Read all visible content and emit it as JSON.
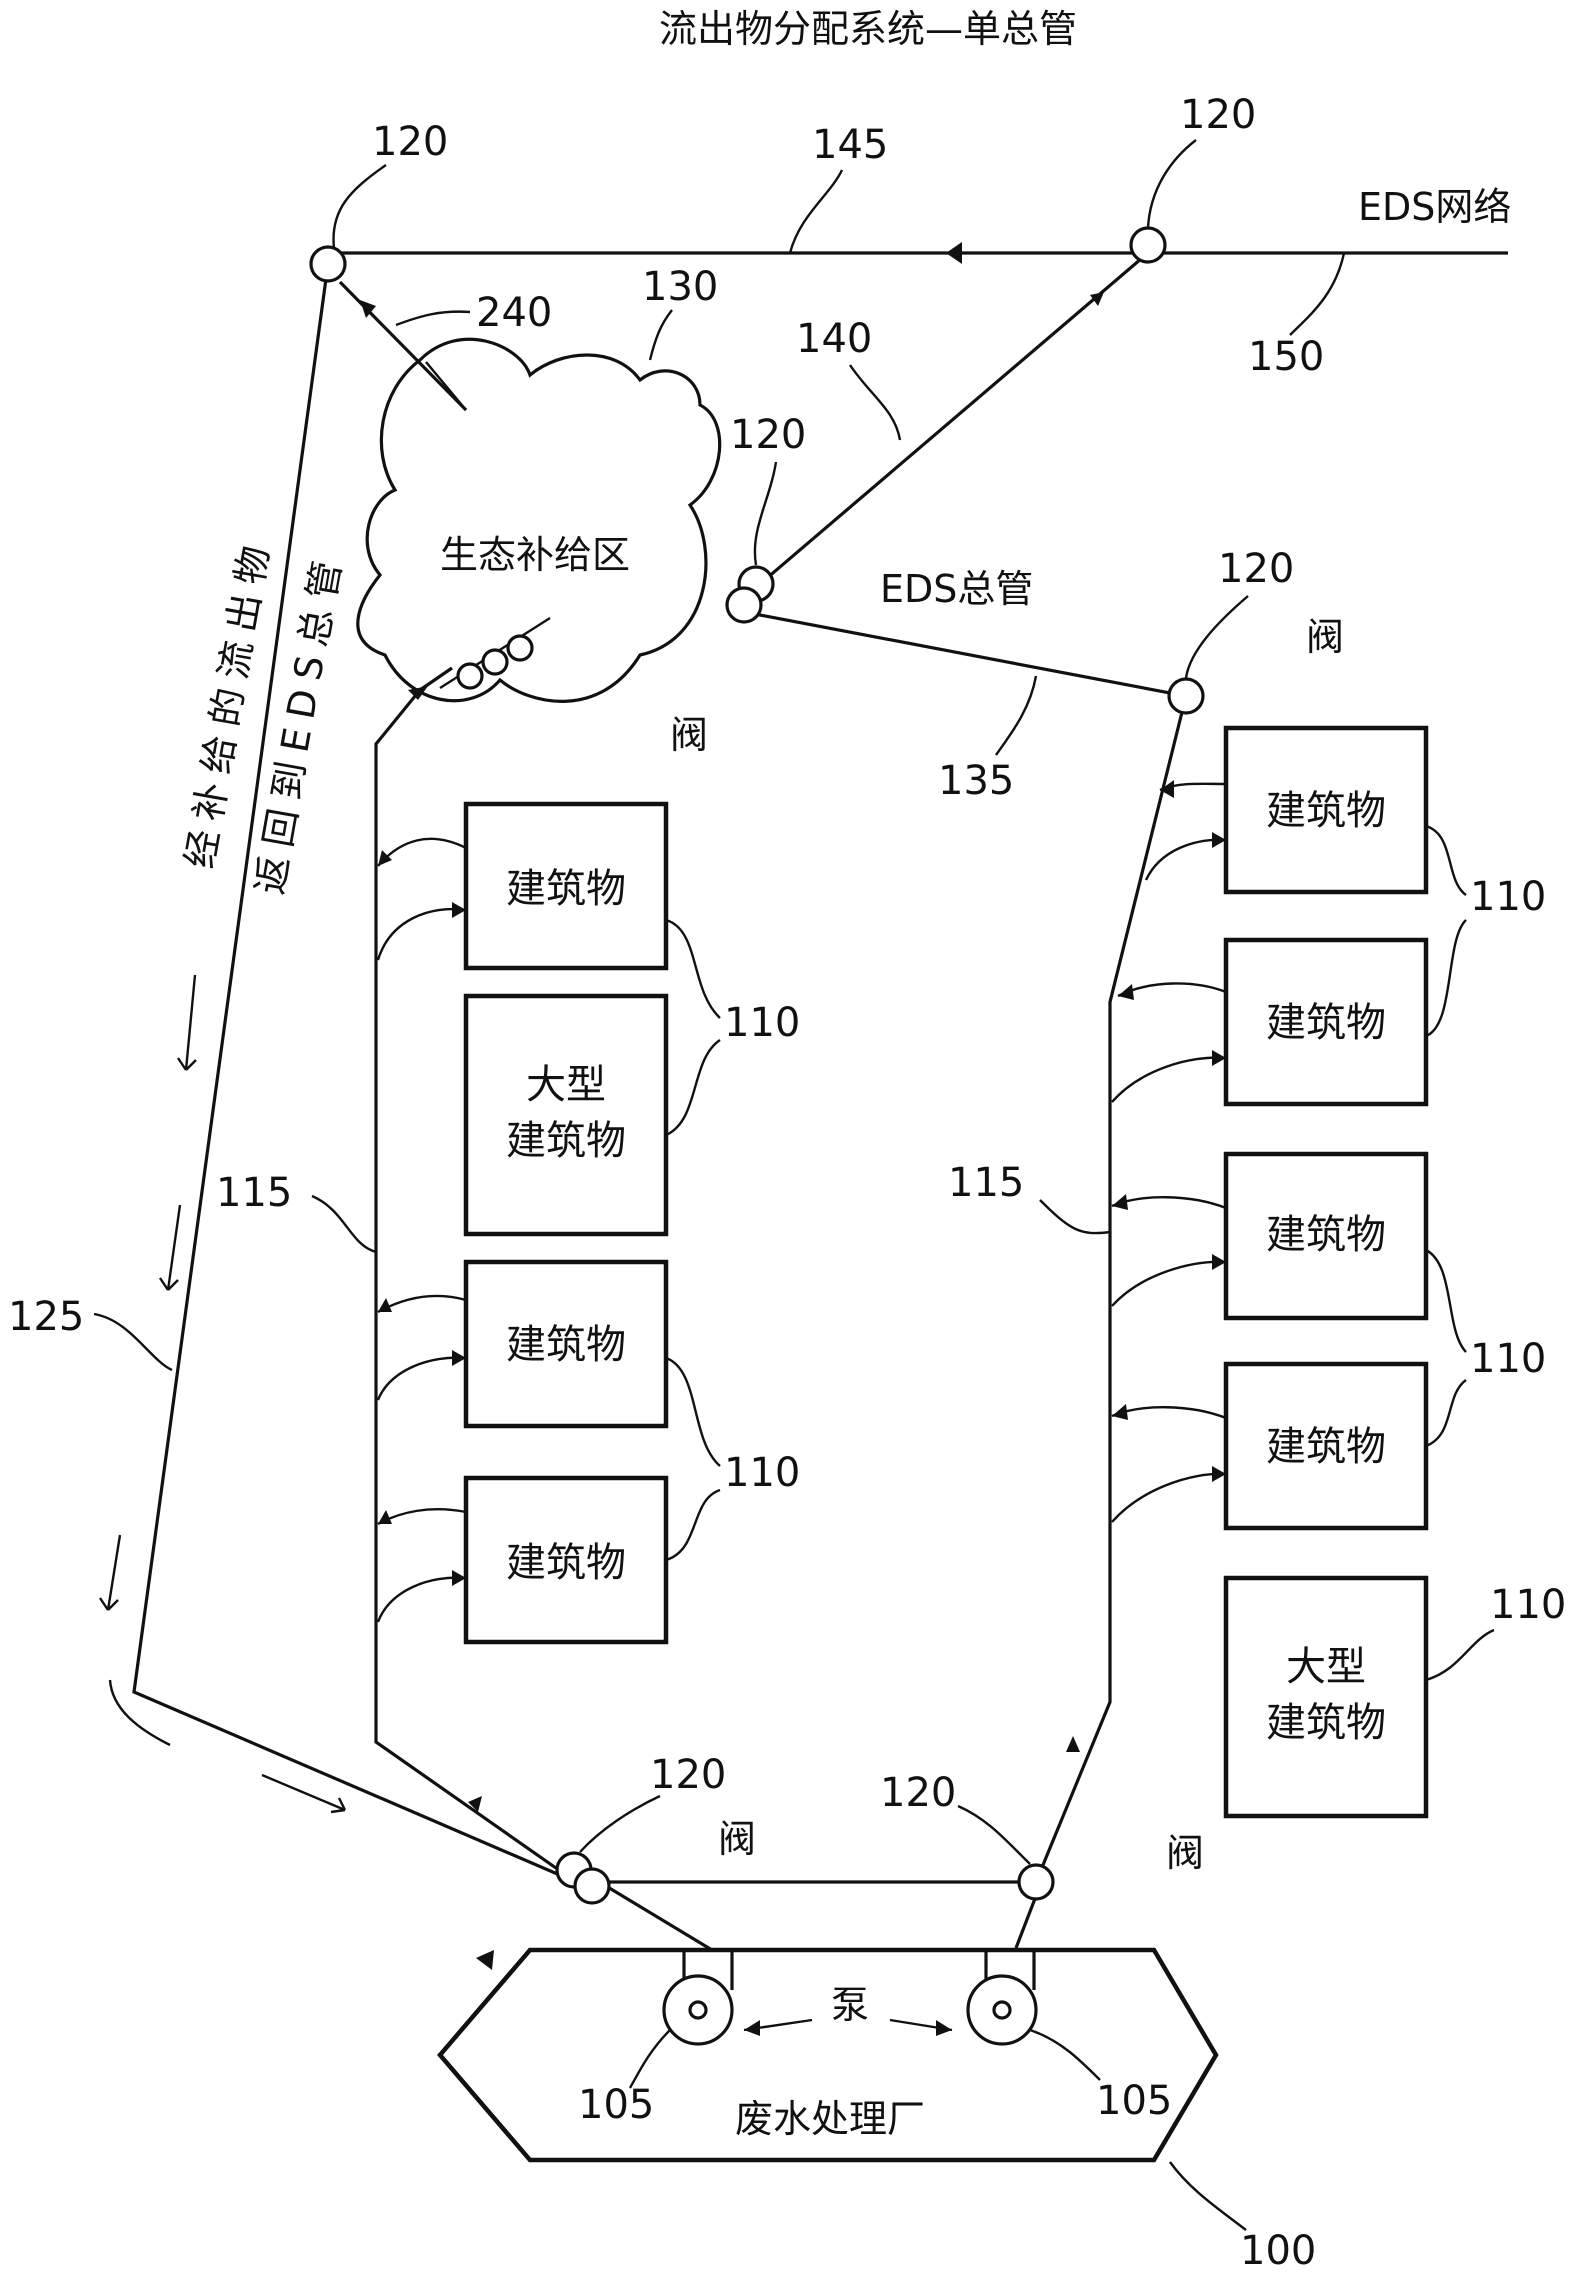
{
  "title": "流出物分配系统—单总管",
  "labels": {
    "eds_network": "EDS网络",
    "eco_zone": "生态补给区",
    "eds_main": "EDS总管",
    "pump": "泵",
    "wwtp": "废水处理厂",
    "valve": "阀",
    "return_line_1": "经补给的流出物",
    "return_line_2": "返回到EDS总管"
  },
  "buildings": {
    "left": [
      "建筑物",
      "大型建筑物",
      "建筑物",
      "建筑物"
    ],
    "right": [
      "建筑物",
      "建筑物",
      "建筑物",
      "建筑物",
      "大型建筑物"
    ]
  },
  "refs": {
    "r100": "100",
    "r105": "105",
    "r110": "110",
    "r115": "115",
    "r120": "120",
    "r125": "125",
    "r130": "130",
    "r135": "135",
    "r140": "140",
    "r145": "145",
    "r150": "150",
    "r240": "240"
  }
}
